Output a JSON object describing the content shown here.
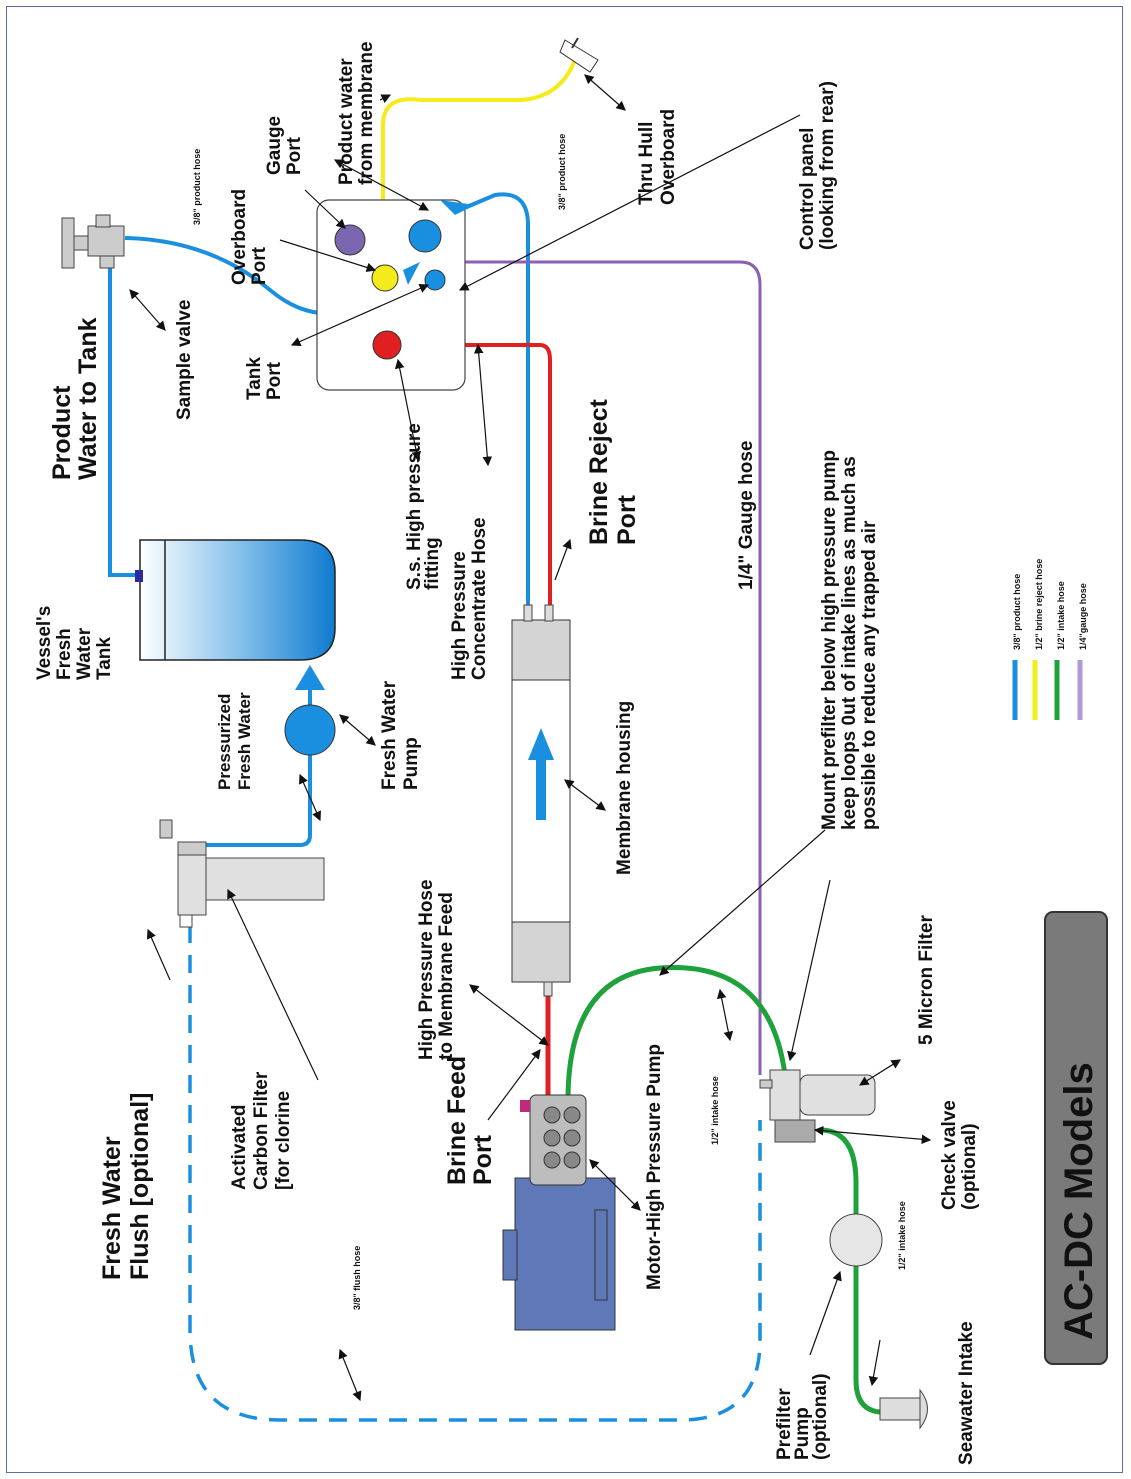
{
  "title": "AC-DC  Models",
  "labels": {
    "fresh_water_flush": [
      "Fresh Water",
      "Flush [optional]"
    ],
    "activated_carbon": [
      "Activated",
      "Carbon Filter",
      "[for clorine"
    ],
    "brine_feed": [
      "Brine Feed",
      "Port"
    ],
    "motor_pump": "Motor-High Pressure Pump",
    "hp_hose_feed": [
      "High Pressure Hose",
      "to Membrane Feed"
    ],
    "membrane_housing": "Membrane housing",
    "fresh_water_pump": [
      "Fresh Water",
      "Pump"
    ],
    "pressurized_fresh": [
      "Pressurized",
      "Fresh Water"
    ],
    "vessel_tank": [
      "Vessel's",
      "Fresh",
      "Water",
      "Tank"
    ],
    "product_water_tank": [
      "Product",
      "Water to Tank"
    ],
    "sample_valve": "Sample valve",
    "tank_port": [
      "Tank",
      "Port"
    ],
    "overboard_port": [
      "Overboard",
      "Port"
    ],
    "gauge_port": [
      "Gauge",
      "Port"
    ],
    "product_from_membrane": [
      "Product water",
      "from membrane"
    ],
    "thru_hull": [
      "Thru Hull",
      "Overboard"
    ],
    "control_panel": [
      "Control panel",
      "(looking from rear)"
    ],
    "ss_fitting": [
      "S.s. High pressure",
      "fitting"
    ],
    "hp_concentrate": [
      "High Pressure",
      "Concentrate Hose"
    ],
    "brine_reject": [
      "Brine Reject",
      "Port"
    ],
    "gauge_hose": "1/4\" Gauge hose",
    "mount_note": [
      "Mount prefilter below high pressure pump",
      "keep loops 0ut of intake lines as much as",
      "possible to reduce any trapped air"
    ],
    "micron_filter": "5 Micron Filter",
    "check_valve": [
      "Check valve",
      "(optional)"
    ],
    "seawater_intake": "Seawater Intake",
    "prefilter_pump": [
      "Prefilter",
      "Pump",
      "(optional)"
    ],
    "hose_product_1": "3/8\" product hose",
    "hose_product_2": "3/8\" product hose",
    "hose_flush": "3/8\" flush hose",
    "hose_intake_1": "1/2\" intake hose",
    "hose_intake_2": "1/2\" intake hose"
  },
  "legend": [
    {
      "label": "3/8\" product hose",
      "color": "#1a8fe0"
    },
    {
      "label": "1/2\" brine reject hose",
      "color": "#f2ee1c"
    },
    {
      "label": "1/2\" intake hose",
      "color": "#1fa23c"
    },
    {
      "label": "1/4\"gauge hose",
      "color": "#b39ad6"
    }
  ],
  "colors": {
    "product": "#1a8fe0",
    "brine": "#e02020",
    "intake": "#1fa23c",
    "gauge": "#8a5fb5",
    "yellow": "#f4ec1a",
    "motor": "#5f78b8"
  }
}
